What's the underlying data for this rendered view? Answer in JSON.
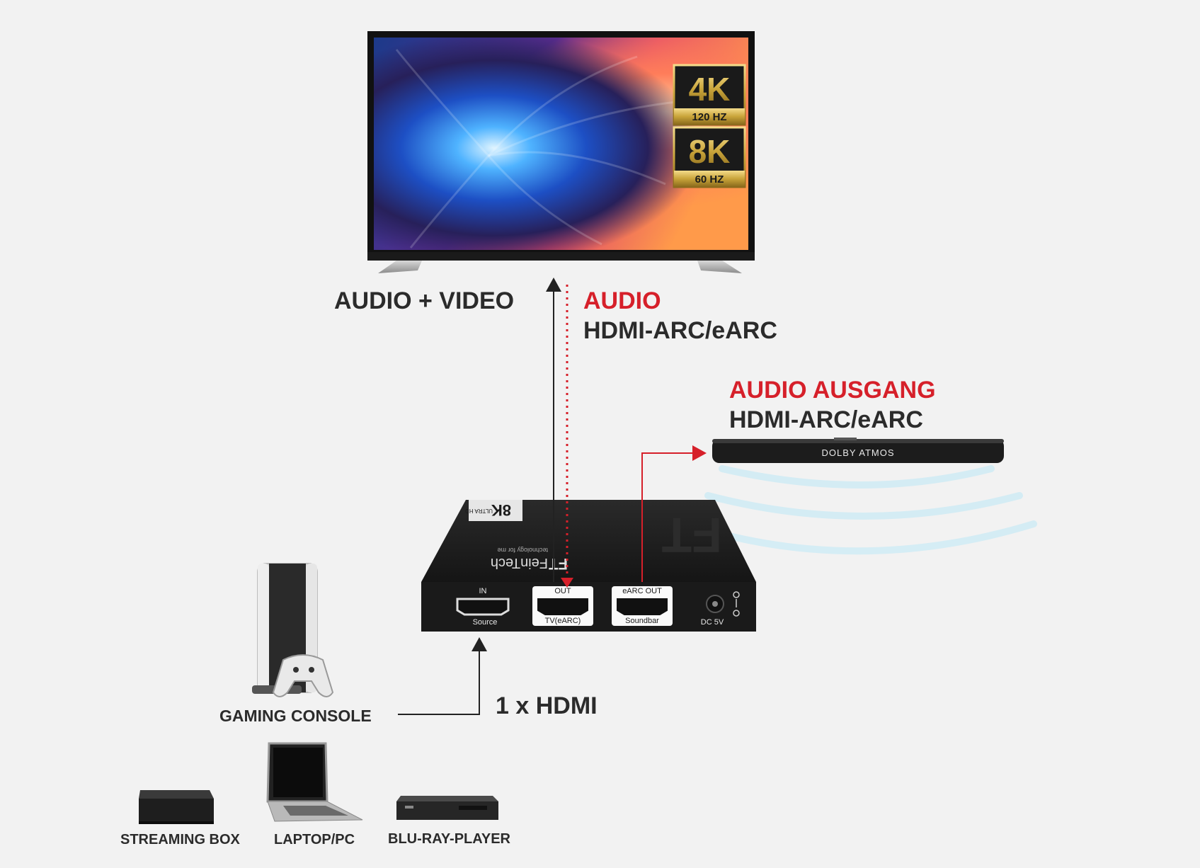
{
  "colors": {
    "background": "#f2f2f2",
    "text": "#2b2b2b",
    "accent_red": "#d6202a",
    "badge_gold": "#c9a43a",
    "device_black": "#1e1e1e"
  },
  "tv": {
    "badges": [
      {
        "resolution": "4K",
        "refresh": "120 HZ"
      },
      {
        "resolution": "8K",
        "refresh": "60 HZ"
      }
    ]
  },
  "labels": {
    "audio_video": "AUDIO + VIDEO",
    "audio_title": "AUDIO",
    "audio_sub": "HDMI-ARC/eARC",
    "audio_out_title": "AUDIO AUSGANG",
    "audio_out_sub": "HDMI-ARC/eARC",
    "hdmi_count": "1 x HDMI",
    "gaming_console": "GAMING CONSOLE",
    "streaming_box": "STREAMING BOX",
    "laptop_pc": "LAPTOP/PC",
    "bluray": "BLU-RAY-PLAYER"
  },
  "soundbar": {
    "display_text": "DOLBY ATMOS"
  },
  "device": {
    "brand": "FeinTech",
    "brand_mark": "FT",
    "tagline": "technology for me",
    "badge_res": "8K",
    "badge_sub": "ULTRA HD",
    "ports": [
      {
        "top": "IN",
        "bottom": "Source"
      },
      {
        "top": "OUT",
        "bottom": "TV(eARC)"
      },
      {
        "top": "eARC OUT",
        "bottom": "Soundbar"
      }
    ],
    "dc_label": "DC 5V"
  },
  "icons": {
    "up_arrow": "arrow-up-icon",
    "right_arrow": "arrow-right-icon"
  }
}
